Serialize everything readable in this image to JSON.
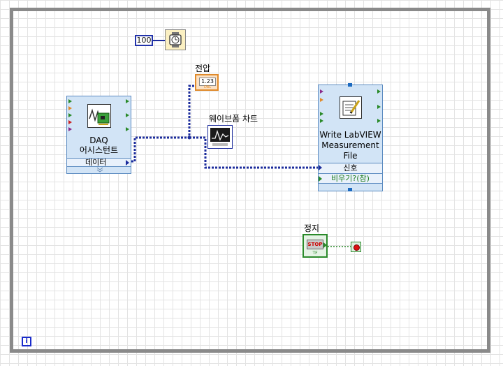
{
  "constant": {
    "value": "100"
  },
  "wait": {
    "icon": "wait-ms-icon"
  },
  "voltage_indicator": {
    "label": "전압",
    "value": "1.23",
    "type": "DBL",
    "icon": "numeric-indicator-icon"
  },
  "waveform_chart": {
    "label": "웨이브폼 차트",
    "icon": "waveform-chart-icon"
  },
  "daq_assistant": {
    "title_line1": "DAQ",
    "title_line2": "어시스턴트",
    "output_terminal": "데이터",
    "icon": "daq-assistant-icon"
  },
  "write_measurement": {
    "title_line1": "Write LabVIEW",
    "title_line2": "Measurement",
    "title_line3": "File",
    "terminal_signal": "신호",
    "terminal_empty": "비우기?(참)",
    "icon": "write-file-icon"
  },
  "stop_control": {
    "label": "정지",
    "button_text": "STOP",
    "type": "TF"
  },
  "loop_iteration": {
    "text": "i"
  },
  "colors": {
    "dynamic_wire": "#1c2c9c",
    "boolean_wire": "#2a8a2a",
    "express_vi_bg": "#d2e4f6",
    "loop_border": "#8a8a8a"
  }
}
